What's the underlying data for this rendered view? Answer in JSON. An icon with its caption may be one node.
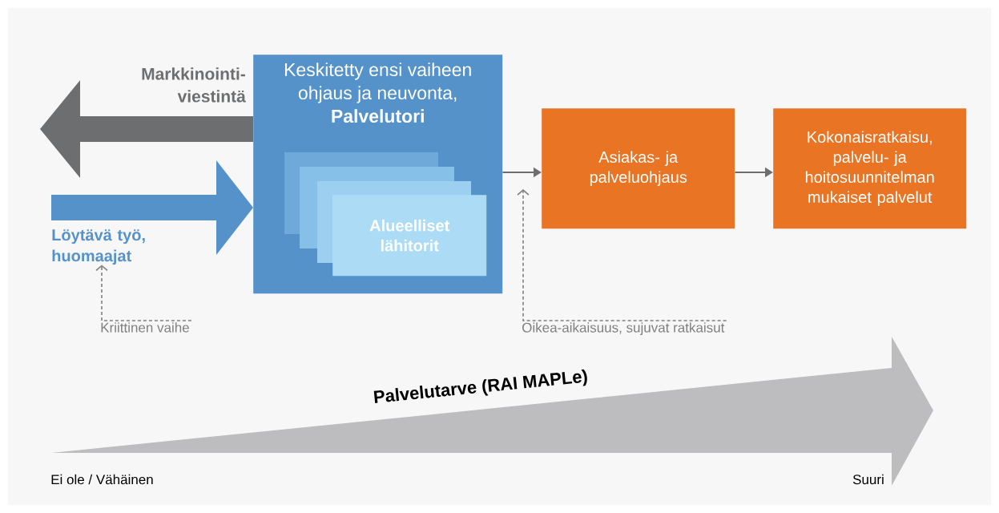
{
  "diagram": {
    "nodes": [
      {
        "text": [
          "Keskitetty ensi vaiheen ohjaus ja neuvonta, **Palvelutori**"
        ]
      },
      {
        "text": [
          "Alueelliset lähitorit"
        ],
        "in": 0
      },
      {
        "text": [
          "Asiakas- ja palveluohjaus"
        ]
      },
      {
        "text": [
          "Kokonaisratkaisu, palvelu- ja hoitosuunnitelman mukaiset palvelut"
        ]
      },
      {
        "text": [
          "Löytävä työ, huomaajat"
        ]
      },
      {
        "text": [
          "Kriittinen vaihe"
        ]
      },
      {
        "text": [
          "Oikea-aikaisuus, sujuvat ratkaisut"
        ]
      }
    ],
    "edges": [
      {
        "from": 0,
        "to": 2,
        "arrow": "to"
      },
      {
        "from": 2,
        "to": 3,
        "arrow": "to"
      },
      {
        "from": 0,
        "to": null,
        "arrow": "to",
        "style": "thick",
        "label": "Markkinointi- viestintä"
      },
      {
        "from": 4,
        "to": 0,
        "arrow": "to",
        "style": "thick",
        "color": "#5592c9"
      },
      {
        "from": 5,
        "to": 4,
        "arrow": "to",
        "style": "dashed"
      },
      {
        "from": 6,
        "to": null,
        "arrow": "to",
        "style": "dashed"
      }
    ],
    "labels": [
      "Palvelutarve (RAI MAPLe)",
      "Ei ole / Vähäinen",
      "Suuri"
    ]
  }
}
